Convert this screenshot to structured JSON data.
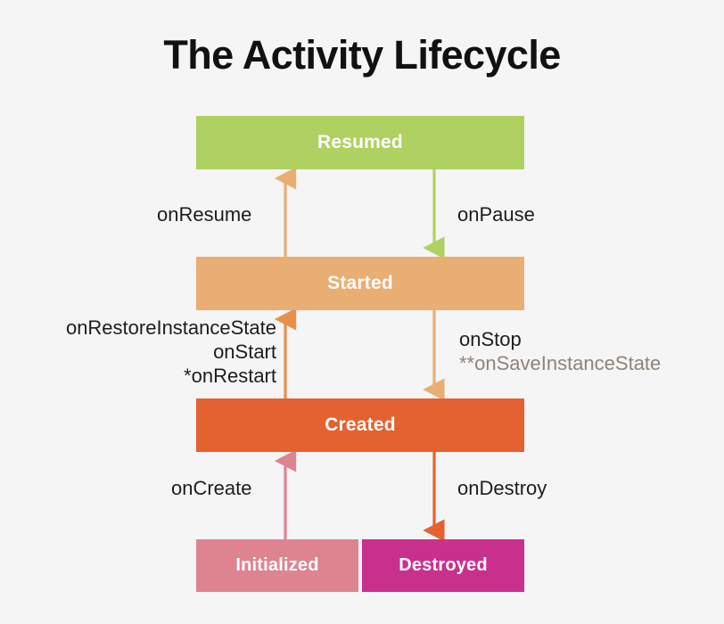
{
  "title": "The Activity Lifecycle",
  "background_color": "#f5f5f5",
  "states": {
    "resumed": {
      "label": "Resumed",
      "color": "#afd161"
    },
    "started": {
      "label": "Started",
      "color": "#e8ae73"
    },
    "created": {
      "label": "Created",
      "color": "#e4622f"
    },
    "initialized": {
      "label": "Initialized",
      "color": "#de8491"
    },
    "destroyed": {
      "label": "Destroyed",
      "color": "#c9308e"
    }
  },
  "transitions": {
    "on_resume": {
      "label": "onResume",
      "from": "Started",
      "to": "Resumed",
      "color": "#e8ae73",
      "direction": "up"
    },
    "on_pause": {
      "label": "onPause",
      "from": "Resumed",
      "to": "Started",
      "color": "#afd161",
      "direction": "down"
    },
    "on_restore": {
      "label": "onRestoreInstanceState",
      "from": "Created",
      "to": "Started",
      "color": "#e89048",
      "direction": "up"
    },
    "on_start": {
      "label": "onStart",
      "from": "Created",
      "to": "Started",
      "color": "#e89048",
      "direction": "up"
    },
    "on_restart": {
      "label": "*onRestart",
      "from": "Created",
      "to": "Started",
      "color": "#e89048",
      "direction": "up"
    },
    "on_stop": {
      "label": "onStop",
      "from": "Started",
      "to": "Created",
      "color": "#e8ae73",
      "direction": "down"
    },
    "on_save": {
      "label": "**onSaveInstanceState",
      "from": "Started",
      "to": "Created",
      "color": "#e8ae73",
      "direction": "down",
      "text_color": "#8f8377"
    },
    "on_create": {
      "label": "onCreate",
      "from": "Initialized",
      "to": "Created",
      "color": "#de8491",
      "direction": "up"
    },
    "on_destroy": {
      "label": "onDestroy",
      "from": "Created",
      "to": "Destroyed",
      "color": "#e4622f",
      "direction": "down"
    }
  }
}
